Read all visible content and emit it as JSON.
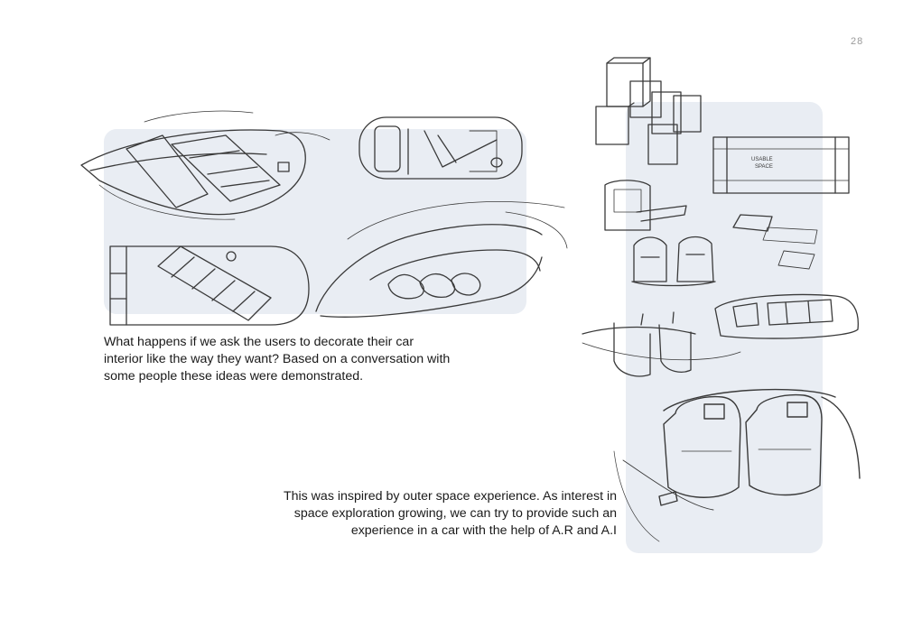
{
  "page": {
    "page_number": "28"
  },
  "captions": {
    "decorate": "What happens if we ask the users to decorate their car\ninterior like the way they want? Based on a conversation with\nsome people these ideas were demonstrated.",
    "space": "This was inspired by outer space  experience. As interest in\nspace exploration  growing, we can try to provide such an\nexperience in a car with the help of A.R and A.I"
  },
  "sketch_annotations": {
    "usable_space": "USABLE\nSPACE"
  },
  "colors": {
    "panel_background": "#e9edf3",
    "sketch_stroke": "#3a3a3a",
    "page_number": "#9a9a9a"
  }
}
